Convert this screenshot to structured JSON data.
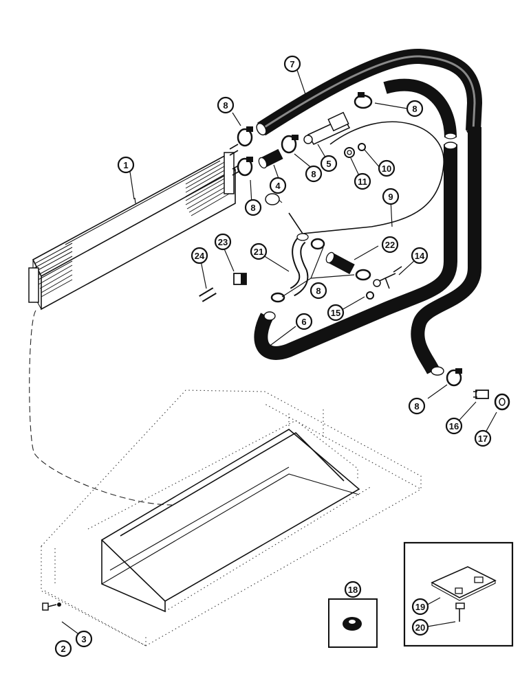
{
  "callouts": [
    {
      "id": "c1",
      "label": "1"
    },
    {
      "id": "c2",
      "label": "2"
    },
    {
      "id": "c3",
      "label": "3"
    },
    {
      "id": "c4",
      "label": "4"
    },
    {
      "id": "c5",
      "label": "5"
    },
    {
      "id": "c6",
      "label": "6"
    },
    {
      "id": "c7",
      "label": "7"
    },
    {
      "id": "c8a",
      "label": "8"
    },
    {
      "id": "c8b",
      "label": "8"
    },
    {
      "id": "c8c",
      "label": "8"
    },
    {
      "id": "c8d",
      "label": "8"
    },
    {
      "id": "c8e",
      "label": "8"
    },
    {
      "id": "c8f",
      "label": "8"
    },
    {
      "id": "c9",
      "label": "9"
    },
    {
      "id": "c10",
      "label": "10"
    },
    {
      "id": "c11",
      "label": "11"
    },
    {
      "id": "c14",
      "label": "14"
    },
    {
      "id": "c15",
      "label": "15"
    },
    {
      "id": "c16",
      "label": "16"
    },
    {
      "id": "c17",
      "label": "17"
    },
    {
      "id": "c18",
      "label": "18"
    },
    {
      "id": "c19",
      "label": "19"
    },
    {
      "id": "c20",
      "label": "20"
    },
    {
      "id": "c21",
      "label": "21"
    },
    {
      "id": "c22",
      "label": "22"
    },
    {
      "id": "c23",
      "label": "23"
    },
    {
      "id": "c24",
      "label": "24"
    }
  ]
}
